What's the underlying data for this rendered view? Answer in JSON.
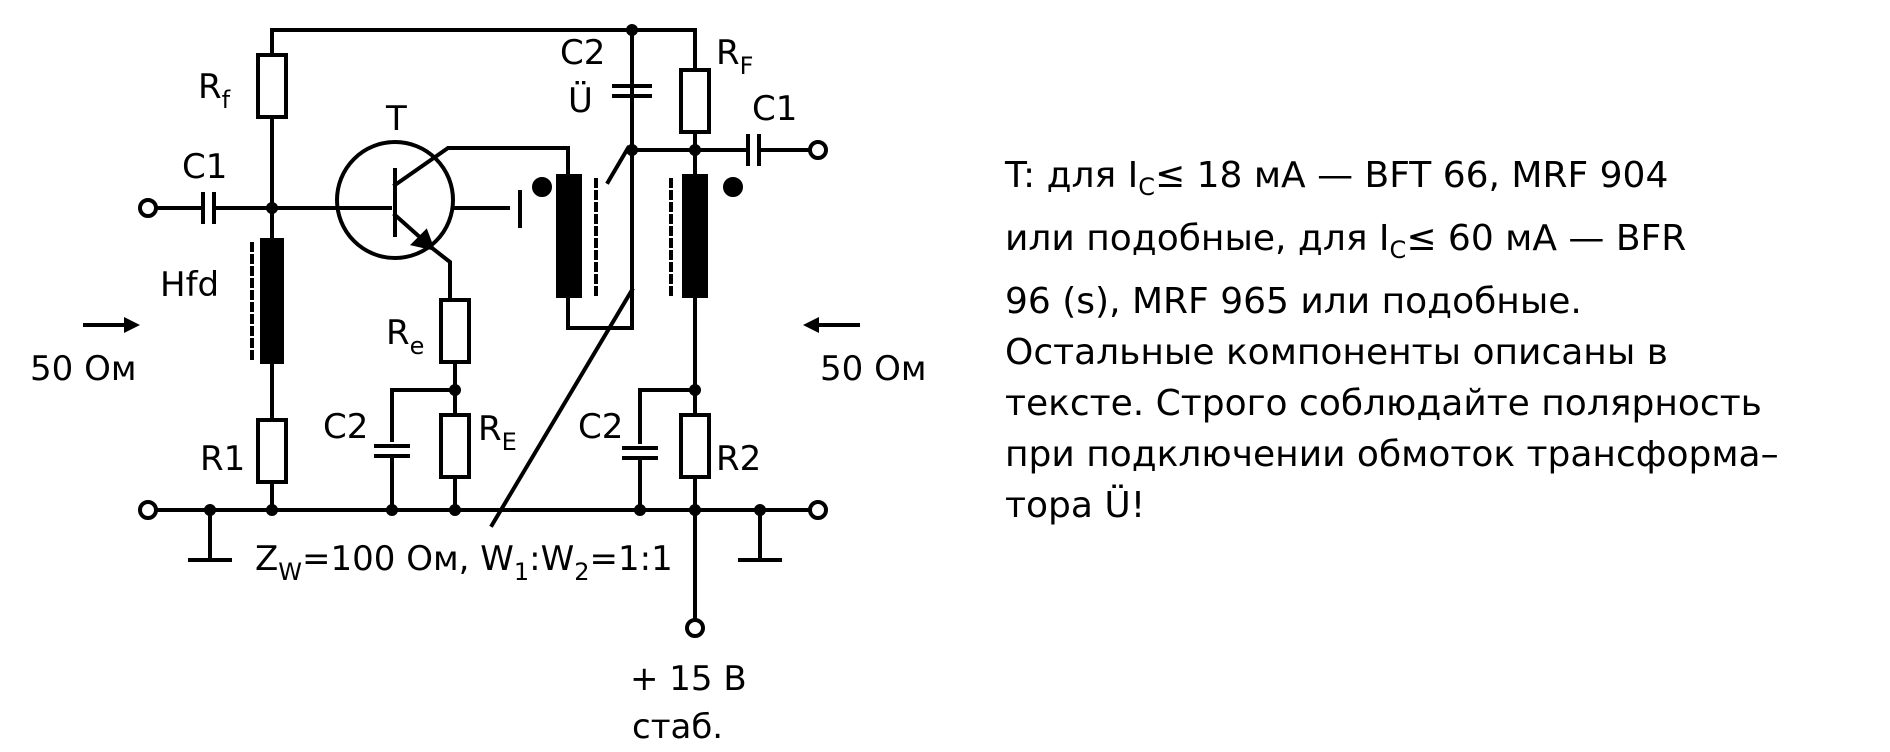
{
  "labels": {
    "c1_left": "C1",
    "rf_left": "R",
    "rf_left_sub": "f",
    "transistor": "T",
    "c2_top": "C2",
    "transformer": "Ü",
    "rf_right": "R",
    "rf_right_sub": "F",
    "c1_right": "C1",
    "hfd": "Hfd",
    "re": "R",
    "re_sub": "e",
    "r_e_big": "R",
    "r_e_big_sub": "E",
    "c2_mid": "C2",
    "c2_right": "C2",
    "r1": "R1",
    "r2": "R2",
    "impedance_left": "50 Ом",
    "impedance_right": "50 Ом",
    "zw_prefix": "Z",
    "zw_sub": "W",
    "zw_rest": "=100 Ом, W",
    "w1_sub": "1",
    "w_colon": ":W",
    "w2_sub": "2",
    "w_ratio": "=1:1",
    "supply": "+ 15 В",
    "supply_note": "стаб."
  },
  "note": {
    "line1_a": "T: для I",
    "line1_sub": "C",
    "line1_b": "≤ 18 мА — BFT 66,  MRF 904",
    "line2_a": "или  подобные,  для  I",
    "line2_sub": "C",
    "line2_b": "≤ 60 мА — BFR",
    "line3": "96 (s),  MRF 965 или  подобные.",
    "line4": "Остальные  компоненты  описаны  в",
    "line5": "тексте.  Строго соблюдайте  полярность",
    "line6": "при  подключении  обмоток  трансформа–",
    "line7": "тора  Ü!"
  }
}
